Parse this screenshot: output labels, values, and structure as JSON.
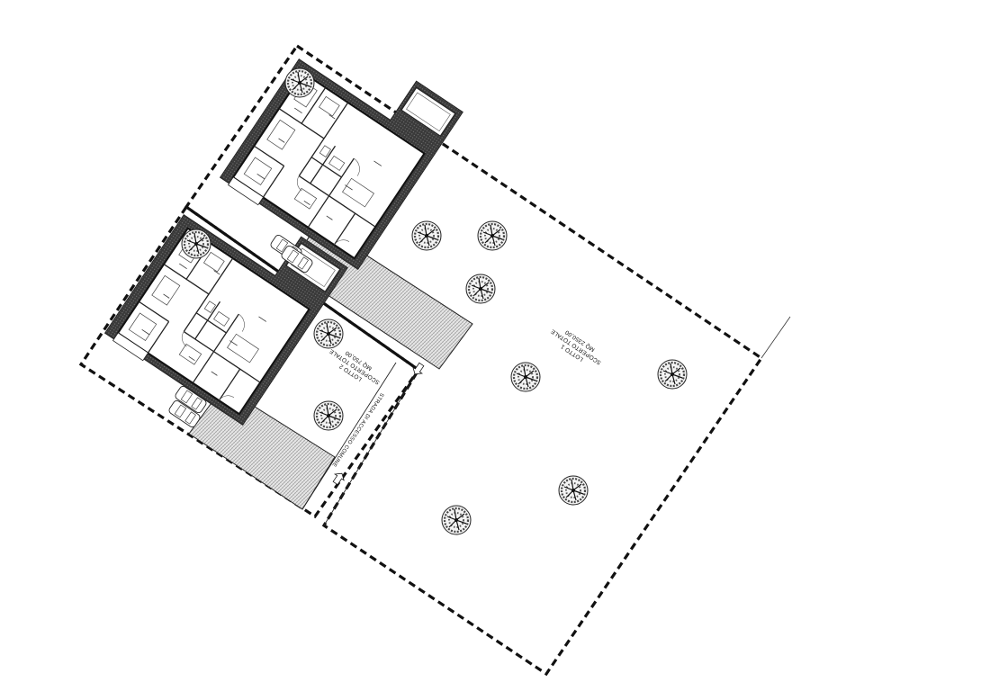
{
  "plan": {
    "lot1": {
      "name": "LOTTO 1",
      "area_label": "SCOPERTO TOTALE",
      "area_value": "MQ 2350,00"
    },
    "lot2": {
      "name": "LOTTO 2",
      "area_label": "SCOPERTO TOTALE",
      "area_value": "MQ 750,00"
    },
    "road_label": "STRADA DI ACCESSO COMUNE"
  }
}
